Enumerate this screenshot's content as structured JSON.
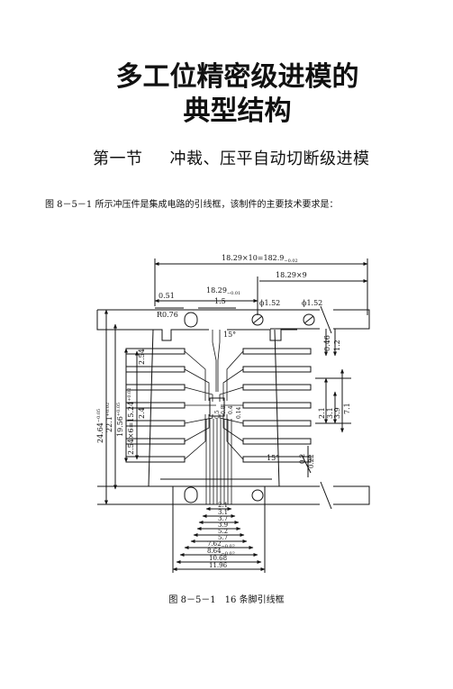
{
  "title": {
    "line1": "多工位精密级进模的",
    "line2": "典型结构"
  },
  "section": {
    "number": "第一节",
    "name": "冲裁、压平自动切断级进模"
  },
  "intro": "图 8－5－1 所示冲压件是集成电路的引线框，该制件的主要技术要求是：",
  "figure": {
    "dimensions": {
      "top_total": "18.29×10=182.9",
      "top_total_tol": "−0.02",
      "pitch9": "18.29×9",
      "pitch": "18.29",
      "pitch_tol": "−0.01",
      "d051": "0.51",
      "d15": "1.5",
      "hole1": "ϕ1.52",
      "hole2": "ϕ1.52",
      "r076": "R0.76",
      "ang15a": "15°",
      "ang15b": "15°",
      "d046": "0.46",
      "d12": "1.2",
      "d254": "2.54",
      "d24": "2.4",
      "v2464": "24.64",
      "v2464_tol": "−0.05",
      "v221": "22.1",
      "v221_tol": "+0.02",
      "v1956": "19.56",
      "v1956_tol": "+0.05",
      "v1524": "2.54×6=15.24",
      "v1524_tol": "+0.02",
      "v21": "2.1",
      "v31": "3.1",
      "v39": "3.9",
      "v71": "7.1",
      "c05": "0.5",
      "c08": "0.8",
      "c04": "0.4",
      "c014": "0.14",
      "d02": "0.2",
      "d022": "0.22",
      "b21": "2.1",
      "b31": "3.1",
      "b37": "3.7",
      "b39": "3.9",
      "b52": "5.2",
      "b57": "5.7",
      "b762": "7.62",
      "b762_tol": "−0.02",
      "b864": "8.64",
      "b864_tol": "−0.02",
      "b1068": "10.68",
      "b1196": "11.96"
    },
    "caption": "图 8－5－1　16 条脚引线框"
  }
}
